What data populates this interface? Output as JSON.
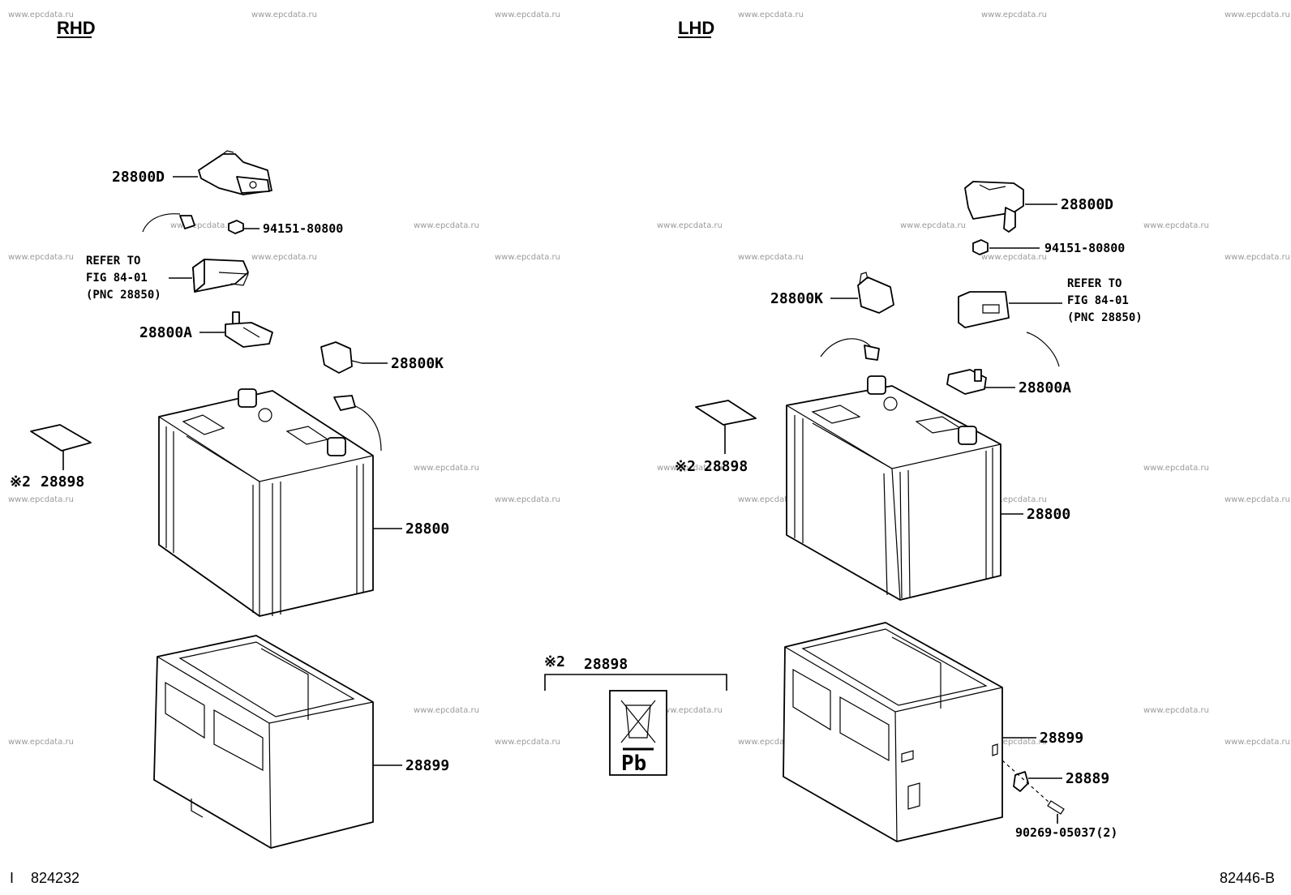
{
  "watermark": "www.epcdata.ru",
  "sections": {
    "rhd": "RHD",
    "lhd": "LHD"
  },
  "rhd_labels": {
    "p28800D": "28800D",
    "p94151": "94151-80800",
    "ref1": "REFER TO",
    "ref2": "FIG 84-01",
    "ref3": "(PNC 28850)",
    "p28800A": "28800A",
    "p28800K": "28800K",
    "p28898_mark": "※2",
    "p28898": "28898",
    "p28800": "28800",
    "p28899": "28899"
  },
  "lhd_labels": {
    "p28800D": "28800D",
    "p94151": "94151-80800",
    "p28800K": "28800K",
    "ref1": "REFER TO",
    "ref2": "FIG 84-01",
    "ref3": "(PNC 28850)",
    "p28800A": "28800A",
    "p28898_mark": "※2",
    "p28898": "28898",
    "p28800": "28800",
    "p28899": "28899",
    "p28889": "28889",
    "p90269": "90269-05037(2)"
  },
  "label_detail": {
    "mark": "※2",
    "part": "28898",
    "symbol": "Pb"
  },
  "footer": {
    "left_code": "I",
    "left_number": "824232",
    "right_code": "82446-B"
  }
}
